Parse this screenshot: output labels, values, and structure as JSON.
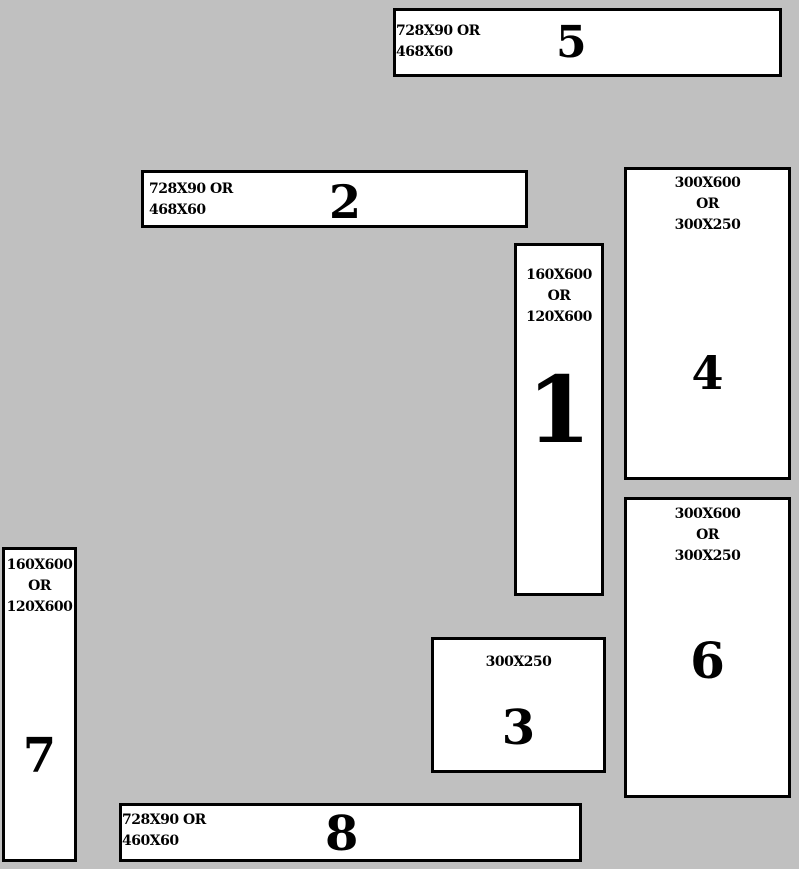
{
  "slots": [
    {
      "id": "5",
      "number": "5",
      "size_line1": "728X90 OR",
      "size_line2": "468X60"
    },
    {
      "id": "2",
      "number": "2",
      "size_line1": "728X90 OR",
      "size_line2": "468X60"
    },
    {
      "id": "4",
      "number": "4",
      "size_line1": "300X600",
      "size_line2": "OR",
      "size_line3": "300X250"
    },
    {
      "id": "1",
      "number": "1",
      "size_line1": "160X600",
      "size_line2": "OR",
      "size_line3": "120X600"
    },
    {
      "id": "6",
      "number": "6",
      "size_line1": "300X600",
      "size_line2": "OR",
      "size_line3": "300X250"
    },
    {
      "id": "3",
      "number": "3",
      "size_line1": "300X250"
    },
    {
      "id": "7",
      "number": "7",
      "size_line1": "160X600",
      "size_line2": "OR",
      "size_line3": "120X600"
    },
    {
      "id": "8",
      "number": "8",
      "size_line1": "728X90 OR",
      "size_line2": "460X60"
    }
  ],
  "colors": {
    "background": "#c0c0c0",
    "box": "#ffffff",
    "border": "#000000"
  }
}
